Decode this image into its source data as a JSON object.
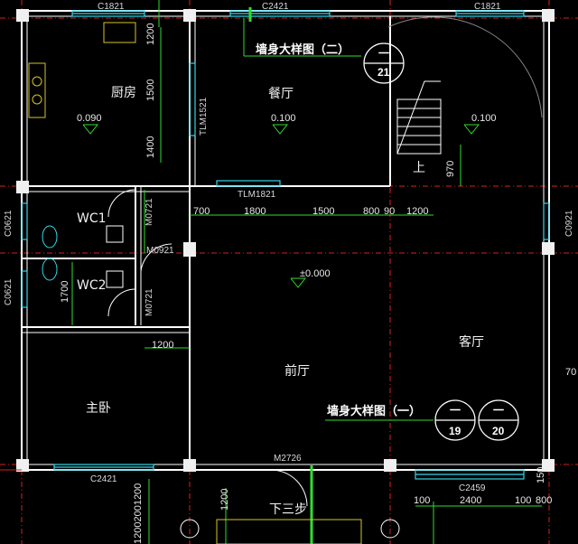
{
  "rooms": {
    "kitchen": "厨房",
    "dining": "餐厅",
    "wc1": "WC1",
    "wc2": "WC2",
    "living": "客厅",
    "foyer": "前厅",
    "master": "主卧",
    "stairs_up": "上",
    "steps_down": "下三步"
  },
  "levels": {
    "kitchen": "0.090",
    "dining": "0.100",
    "living_top": "0.100",
    "foyer": "±0.000"
  },
  "codes": {
    "c1821_left": "C1821",
    "c2421_top": "C2421",
    "c1821_right": "C1821",
    "tlm1521": "TLM1521",
    "tlm1821": "TLM1821",
    "m0721_a": "M0721",
    "m0721_b": "M0721",
    "m0921": "M0921",
    "c0621_a": "C0621",
    "c0621_b": "C0621",
    "c0921": "C0921",
    "c2421_bottom": "C2421",
    "m2726": "M2726",
    "c2459": "C2459"
  },
  "dims": {
    "d1200_top": "1200",
    "d1500_mid": "1500",
    "d1400": "1400",
    "d700": "700",
    "d1800": "1800",
    "d1500_row": "1500",
    "d800": "800",
    "d90": "90",
    "d1200_row": "1200",
    "d970": "970",
    "d1700": "1700",
    "d1200_master": "1200",
    "d1200_bl": "1200",
    "d1200_bm": "1200",
    "d100_a": "100",
    "d2400": "2400",
    "d100_b": "100",
    "d800_b": "800",
    "d150": "150",
    "d70": "70",
    "d1200200_v": "12002001200"
  },
  "callouts": {
    "wall_detail_2": "墙身大样图（二）",
    "wall_detail_1": "墙身大样图（一）",
    "b21_top": "一",
    "b21_num": "21",
    "b19_top": "一",
    "b19_num": "19",
    "b20_top": "一",
    "b20_num": "20"
  },
  "colors": {
    "wall": "#ffffff",
    "window": "#33d6e8",
    "dim_line": "#2fdd2f",
    "grid_axis": "#d22020",
    "column": "#f0f0f0"
  }
}
